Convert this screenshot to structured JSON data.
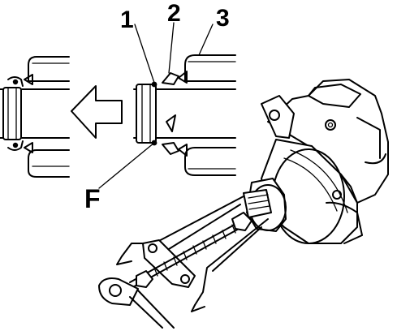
{
  "labels": {
    "l1": "1",
    "l2": "2",
    "l3": "3",
    "lF": "F"
  },
  "colors": {
    "ink": "#000000",
    "paper": "#ffffff"
  },
  "icons": {
    "arrow": "arrow-left-icon"
  }
}
